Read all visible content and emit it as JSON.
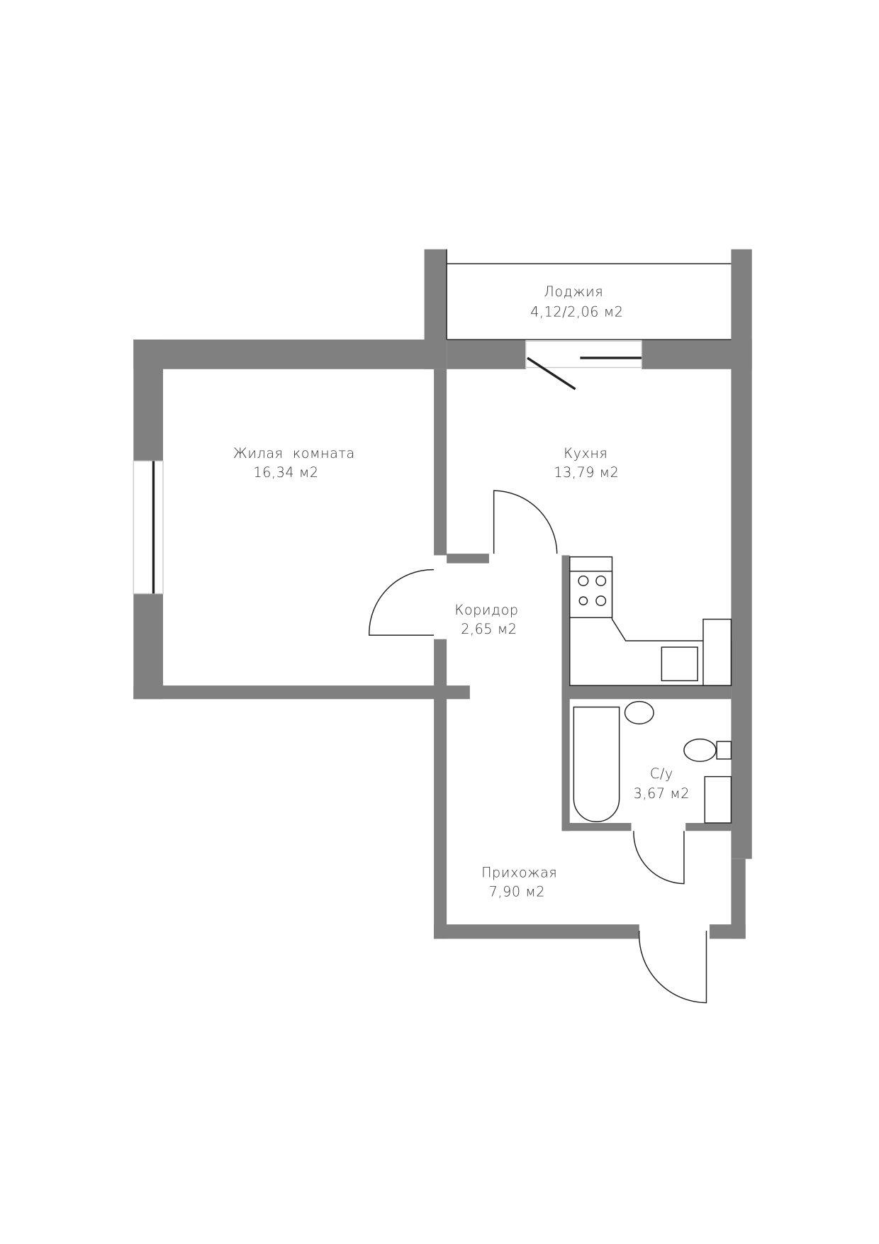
{
  "rooms": {
    "loggia": {
      "name": "Лоджия",
      "area": "4,12/2,06 м2"
    },
    "living": {
      "name": "Жилая  комната",
      "area": "16,34 м2"
    },
    "kitchen": {
      "name": "Кухня",
      "area": "13,79 м2"
    },
    "corridor": {
      "name": "Коридор",
      "area": "2,65 м2"
    },
    "bathroom": {
      "name": "С/у",
      "area": "3,67 м2"
    },
    "hallway": {
      "name": "Прихожая",
      "area": "7,90 м2"
    }
  },
  "colors": {
    "wall": "#808080",
    "line": "#222222"
  }
}
